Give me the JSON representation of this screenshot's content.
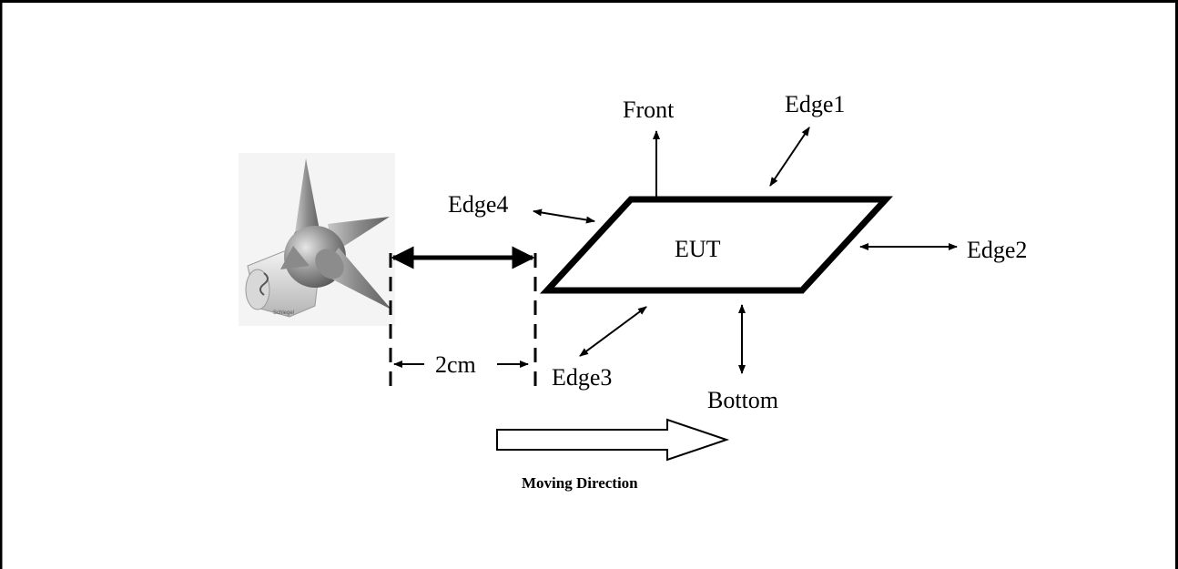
{
  "labels": {
    "front": "Front",
    "edge1": "Edge1",
    "edge2": "Edge2",
    "edge3": "Edge3",
    "edge4": "Edge4",
    "eut": "EUT",
    "bottom": "Bottom",
    "distance": "2cm",
    "direction": "Moving Direction"
  },
  "probe": {
    "icon": "star-shaped-probe-icon",
    "imprint": "Schlegel"
  }
}
